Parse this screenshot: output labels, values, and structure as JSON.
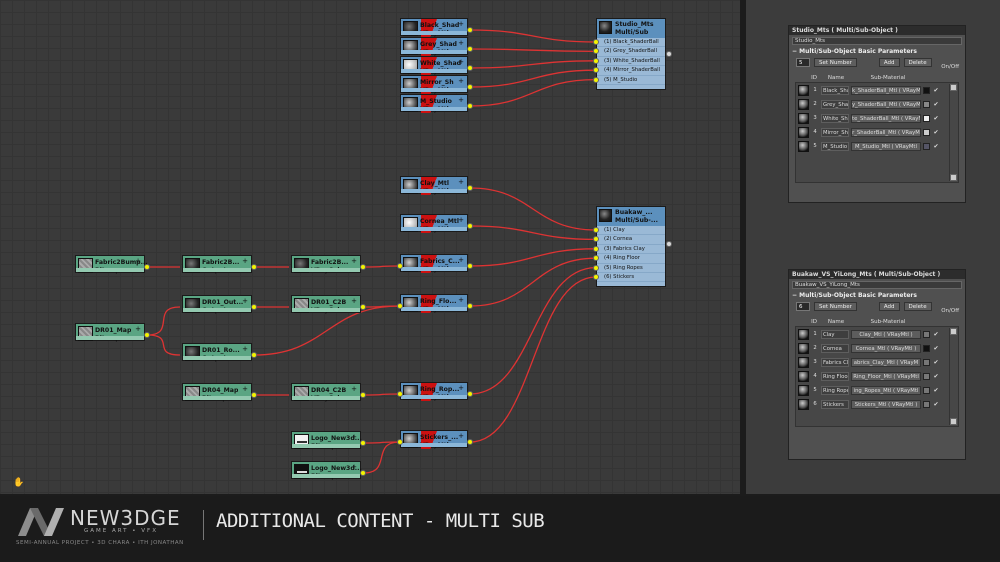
{
  "studio_multi": {
    "title": "Studio_Mts",
    "subtitle": "Multi/Sub",
    "slots": [
      "(1) Black_ShaderBall",
      "(2) Grey_ShaderBall",
      "(3) White_ShaderBall",
      "(4) Mirror_ShaderBall",
      "(5) M_Studio"
    ]
  },
  "studio_mtls": [
    {
      "t1": "Black_Shad",
      "t2": "VRayMtl",
      "thumb": "dark"
    },
    {
      "t1": "Grey_Shad",
      "t2": "VRayMtl",
      "thumb": ""
    },
    {
      "t1": "White_Shad",
      "t2": "VRayMtl",
      "thumb": "white"
    },
    {
      "t1": "Mirror_Sh",
      "t2": "VRayMtl",
      "thumb": ""
    },
    {
      "t1": "M_Studio",
      "t2": "VRayMtl",
      "thumb": ""
    }
  ],
  "buakaw_multi": {
    "title": "Buakaw_...",
    "subtitle": "Multi/Sub-...",
    "slots": [
      "(1) Clay",
      "(2) Cornea",
      "(3) Fabrics Clay",
      "(4) Ring Floor",
      "(5) Ring Ropes",
      "(6) Stickers"
    ]
  },
  "buakaw_mtls": [
    {
      "t1": "Clay_Mtl",
      "t2": "VRayMtl"
    },
    {
      "t1": "Cornea_Mtl",
      "t2": "VRayMtl"
    },
    {
      "t1": "Fabrics_C...",
      "t2": "VRayMtl"
    },
    {
      "t1": "Ring_Flo...",
      "t2": "VRayMtl"
    },
    {
      "t1": "Ring_Rop...",
      "t2": "VRayMtl"
    },
    {
      "t1": "Stickers_...",
      "t2": "VRayMtl"
    }
  ],
  "map_nodes": {
    "fabric_bump": {
      "t1": "Fabric2Bump...",
      "t2": "Bitmap"
    },
    "fabric_output": {
      "t1": "Fabric2B...",
      "t2": "Output"
    },
    "fabric_color": {
      "t1": "Fabric2B...",
      "t2": "VRayColo..."
    },
    "dr01_map": {
      "t1": "DR01_Map",
      "t2": "Bitmap"
    },
    "dr01_out": {
      "t1": "DR01_Out...",
      "t2": "Output"
    },
    "dr01_c2b": {
      "t1": "DR01_C2B",
      "t2": "VRayColo..."
    },
    "dr01_ro": {
      "t1": "DR01_Ro...",
      "t2": "Output"
    },
    "dr04_map": {
      "t1": "DR04_Map",
      "t2": "Bitmap"
    },
    "dr04_c2b": {
      "t1": "DR04_C2B",
      "t2": "VRayColo..."
    },
    "logo1": {
      "t1": "Logo_New3d...",
      "t2": "Bitmap"
    },
    "logo2": {
      "t1": "Logo_New3d...",
      "t2": "Bitmap"
    }
  },
  "panel_studio": {
    "title": "Studio_Mts ( Multi/Sub-Object )",
    "name": "Studio_Mts",
    "section": "Multi/Sub-Object Basic Parameters",
    "count": "5",
    "set_number": "Set Number",
    "add": "Add",
    "delete": "Delete",
    "col_id": "ID",
    "col_name": "Name",
    "col_sub": "Sub-Material",
    "col_onoff": "On/Off",
    "rows": [
      {
        "id": "1",
        "name": "Black_Shad",
        "sub": "k_ShaderBall_Mtl ( VRayM",
        "color": "#111111"
      },
      {
        "id": "2",
        "name": "Grey_Shad",
        "sub": "y_ShaderBall_Mtl ( VRayM",
        "color": "#888888"
      },
      {
        "id": "3",
        "name": "White_Sha",
        "sub": "te_ShaderBall_Mtl ( VRayM",
        "color": "#eeeeee"
      },
      {
        "id": "4",
        "name": "Mirror_Sha",
        "sub": "r_ShaderBall_Mtl ( VRayM",
        "color": "#cccccc"
      },
      {
        "id": "5",
        "name": "M_Studio",
        "sub": "M_Studio_Mtl ( VRayMtl",
        "color": "#555566"
      }
    ]
  },
  "panel_buakaw": {
    "title": "Buakaw_VS_YiLong_Mts ( Multi/Sub-Object )",
    "name": "Buakaw_VS_YiLong_Mts",
    "section": "Multi/Sub-Object Basic Parameters",
    "count": "6",
    "set_number": "Set Number",
    "add": "Add",
    "delete": "Delete",
    "col_id": "ID",
    "col_name": "Name",
    "col_sub": "Sub-Material",
    "col_onoff": "On/Off",
    "rows": [
      {
        "id": "1",
        "name": "Clay",
        "sub": "Clay_Mtl ( VRayMtl )",
        "color": "#777777"
      },
      {
        "id": "2",
        "name": "Cornea",
        "sub": "Cornea_Mtl ( VRayMtl )",
        "color": "#111111"
      },
      {
        "id": "3",
        "name": "Fabrics Cla",
        "sub": "abrics_Clay_Mtl ( VRayM",
        "color": "#777777"
      },
      {
        "id": "4",
        "name": "Ring Floor",
        "sub": "Ring_Floor_Mtl ( VRayMtl",
        "color": "#777777"
      },
      {
        "id": "5",
        "name": "Ring Ropes",
        "sub": "ing_Ropes_Mtl ( VRayMtl",
        "color": "#777777"
      },
      {
        "id": "6",
        "name": "Stickers",
        "sub": "Stickers_Mtl ( VRayMtl )",
        "color": "#777777"
      }
    ]
  },
  "footer": {
    "brand": "NEW3DGE",
    "tagline": "GAME ART • VFX",
    "credits": "SEMI-ANNUAL PROJECT • 3D CHARA • ITH JONATHAN",
    "headline": "ADDITIONAL CONTENT - MULTI SUB"
  }
}
